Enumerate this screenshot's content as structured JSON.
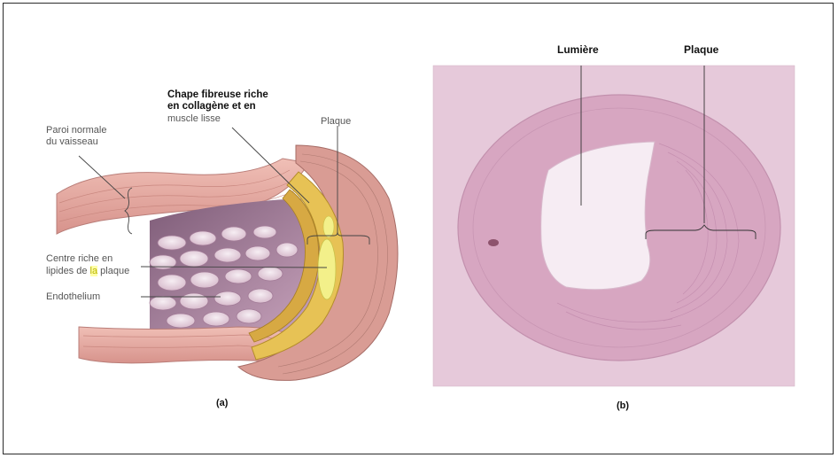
{
  "panel_a": {
    "caption": "(a)",
    "labels": {
      "fibrous_cap_line1": "Chape fibreuse riche",
      "fibrous_cap_line2": "en collagène et en",
      "fibrous_cap_line3": "muscle lisse",
      "normal_wall_line1": "Paroi normale",
      "normal_wall_line2": "du vaisseau",
      "plaque": "Plaque",
      "lipid_core_line1": "Centre riche en",
      "lipid_core_line2_pre": "lipides de ",
      "lipid_core_line2_hl": "la",
      "lipid_core_line2_post": " plaque",
      "endothelium": "Endothelium"
    }
  },
  "panel_b": {
    "caption": "(b)",
    "labels": {
      "lumen": "Lumière",
      "plaque": "Plaque"
    }
  },
  "colors": {
    "frame": "#2b2b2b",
    "vessel_wall": "#e8a9a0",
    "vessel_wall_dark": "#c98a86",
    "plaque_yellow": "#e9c85a",
    "lipid_core": "#f3f08a",
    "histology_bg": "#e3c3d6",
    "histology_tissue": "#d19fbb",
    "lumen": "#f4e8f1"
  }
}
